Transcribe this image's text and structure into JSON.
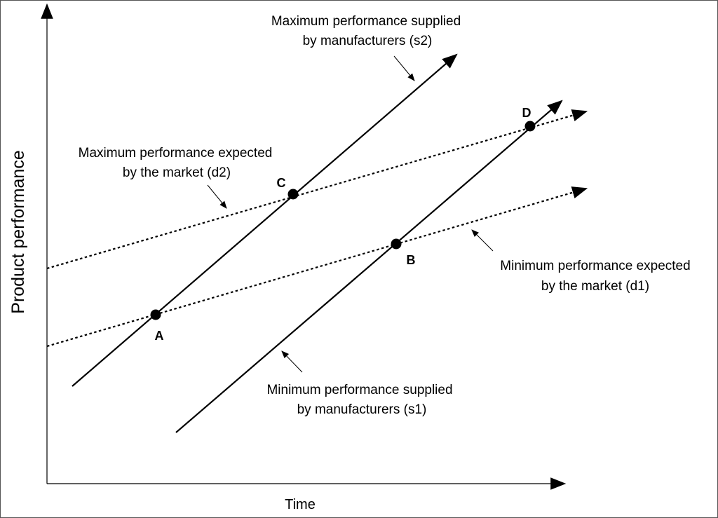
{
  "axes": {
    "x_label": "Time",
    "y_label": "Product performance"
  },
  "lines": {
    "s2": {
      "label_line1": "Maximum performance supplied",
      "label_line2": "by manufacturers (s2)"
    },
    "s1": {
      "label_line1": "Minimum performance supplied",
      "label_line2": "by manufacturers (s1)"
    },
    "d2": {
      "label_line1": "Maximum performance expected",
      "label_line2": "by the market (d2)"
    },
    "d1": {
      "label_line1": "Minimum performance expected",
      "label_line2": "by the market (d1)"
    }
  },
  "points": {
    "a": "A",
    "b": "B",
    "c": "C",
    "d": "D"
  },
  "colors": {
    "line": "#000000",
    "frame": "#555555",
    "background": "#ffffff"
  }
}
